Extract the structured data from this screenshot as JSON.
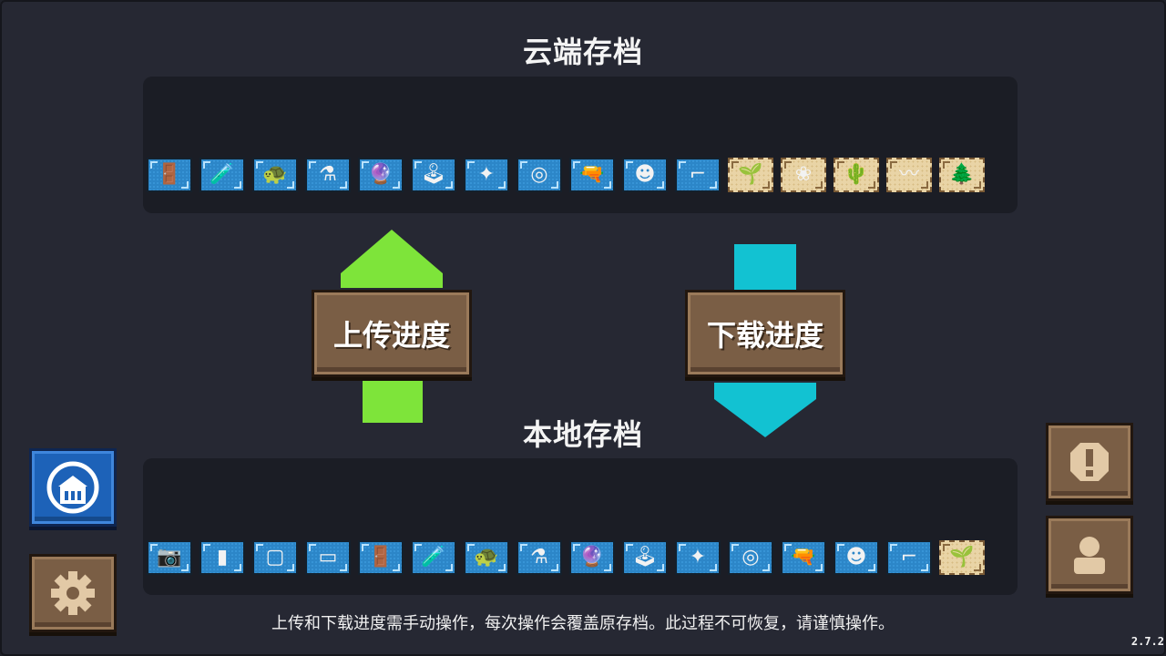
{
  "cloud": {
    "title": "云端存档",
    "slots": [
      {
        "icon": "door-icon",
        "glyph": "🚪",
        "style": "blue"
      },
      {
        "icon": "blue-potion-icon",
        "glyph": "🧪",
        "style": "blue"
      },
      {
        "icon": "turtle-icon",
        "glyph": "🐢",
        "style": "blue"
      },
      {
        "icon": "red-potion-icon",
        "glyph": "⚗",
        "style": "blue"
      },
      {
        "icon": "purple-potion-icon",
        "glyph": "🔮",
        "style": "blue"
      },
      {
        "icon": "arcade-machine-icon",
        "glyph": "🕹",
        "style": "blue"
      },
      {
        "icon": "shuriken-icon",
        "glyph": "✦",
        "style": "blue"
      },
      {
        "icon": "shield-icon",
        "glyph": "◎",
        "style": "blue"
      },
      {
        "icon": "red-gun-icon",
        "glyph": "🔫",
        "style": "blue"
      },
      {
        "icon": "skull-mascot-icon",
        "glyph": "☻",
        "style": "blue"
      },
      {
        "icon": "green-gun-icon",
        "glyph": "⌐",
        "style": "blue"
      },
      {
        "icon": "sprout-plant-icon",
        "glyph": "🌱",
        "style": "sand"
      },
      {
        "icon": "blue-flower-plant-icon",
        "glyph": "❀",
        "style": "sand"
      },
      {
        "icon": "cactus-plant-icon",
        "glyph": "🌵",
        "style": "sand"
      },
      {
        "icon": "vine-plant-icon",
        "glyph": "〰",
        "style": "sand"
      },
      {
        "icon": "blue-tree-plant-icon",
        "glyph": "🌲",
        "style": "sand"
      }
    ]
  },
  "upload_button": {
    "label": "上传进度"
  },
  "download_button": {
    "label": "下载进度"
  },
  "local": {
    "title": "本地存档",
    "slots": [
      {
        "icon": "camera-icon",
        "glyph": "📷",
        "style": "blue"
      },
      {
        "icon": "battery-device-icon",
        "glyph": "▮",
        "style": "blue"
      },
      {
        "icon": "monitor-icon",
        "glyph": "▢",
        "style": "blue"
      },
      {
        "icon": "glass-tank-icon",
        "glyph": "▭",
        "style": "blue"
      },
      {
        "icon": "door-icon",
        "glyph": "🚪",
        "style": "blue"
      },
      {
        "icon": "blue-potion-icon",
        "glyph": "🧪",
        "style": "blue"
      },
      {
        "icon": "turtle-icon",
        "glyph": "🐢",
        "style": "blue"
      },
      {
        "icon": "red-potion-icon",
        "glyph": "⚗",
        "style": "blue"
      },
      {
        "icon": "purple-potion-icon",
        "glyph": "🔮",
        "style": "blue"
      },
      {
        "icon": "arcade-machine-icon",
        "glyph": "🕹",
        "style": "blue"
      },
      {
        "icon": "shuriken-icon",
        "glyph": "✦",
        "style": "blue"
      },
      {
        "icon": "shield-icon",
        "glyph": "◎",
        "style": "blue"
      },
      {
        "icon": "red-gun-icon",
        "glyph": "🔫",
        "style": "blue"
      },
      {
        "icon": "skull-mascot-icon",
        "glyph": "☻",
        "style": "blue"
      },
      {
        "icon": "green-gun-icon",
        "glyph": "⌐",
        "style": "blue"
      },
      {
        "icon": "sprout-plant-icon",
        "glyph": "🌱",
        "style": "sand"
      }
    ]
  },
  "footer": {
    "note": "上传和下载进度需手动操作，每次操作会覆盖原存档。此过程不可恢复，请谨慎操作。"
  },
  "version": "2.7.2",
  "colors": {
    "upload_arrow": "#7ee43a",
    "download_arrow": "#12c2d2",
    "wood": "#7a5e45",
    "blue_button": "#1d62b8"
  }
}
